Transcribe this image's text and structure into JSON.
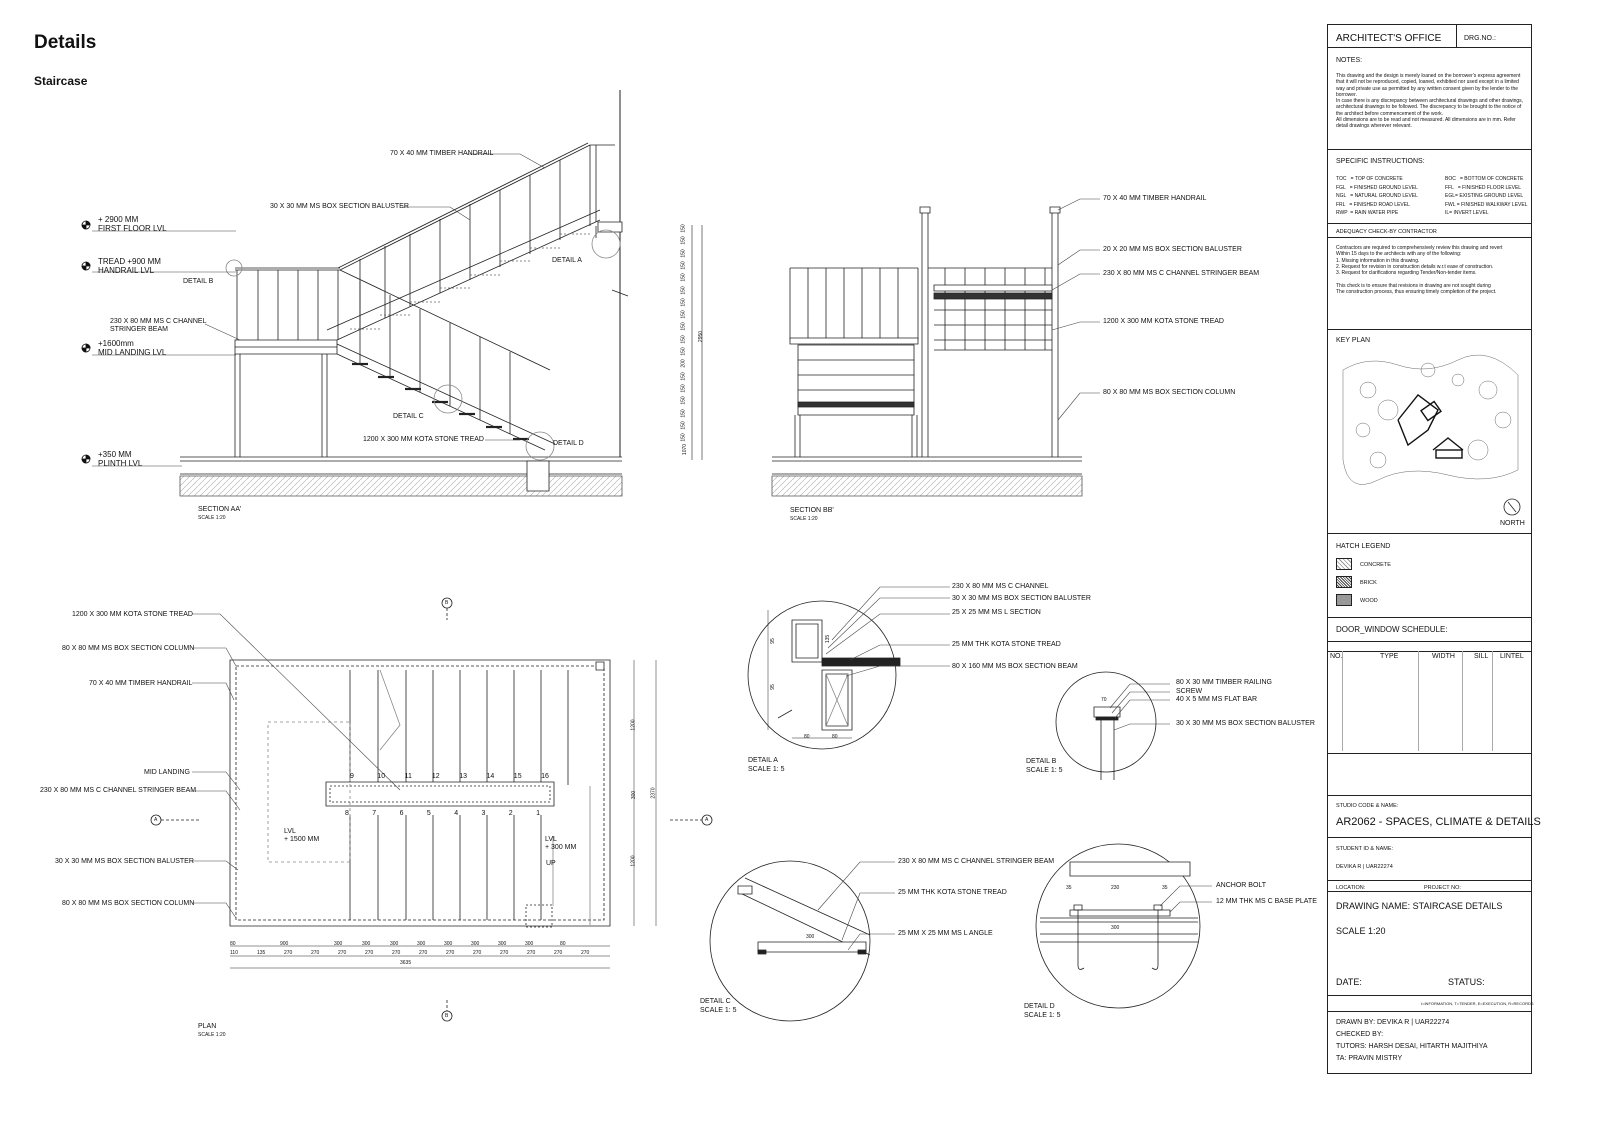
{
  "page": {
    "title": "Details",
    "subtitle": "Staircase"
  },
  "section_aa": {
    "label": "SECTION AA'",
    "scale": "SCALE 1:20",
    "handrail": "70 X 40 MM TIMBER HANDRAIL",
    "baluster": "30 X 30 MM MS BOX SECTION BALUSTER",
    "stringer": "230 X 80 MM MS C CHANNEL\nSTRINGER BEAM",
    "tread": "1200 X 300 MM KOTA STONE TREAD",
    "detail_a": "DETAIL A",
    "detail_b": "DETAIL B",
    "detail_c": "DETAIL C",
    "detail_d": "DETAIL D",
    "levels": [
      {
        "value": "+ 2900 MM",
        "name": "FIRST FLOOR LVL"
      },
      {
        "value": "TREAD +900 MM",
        "name": "HANDRAIL LVL"
      },
      {
        "value": "+1600mm",
        "name": "MID LANDING LVL"
      },
      {
        "value": "+350 MM",
        "name": "PLINTH LVL"
      }
    ]
  },
  "dims_vertical": [
    "150",
    "150",
    "150",
    "150",
    "150",
    "150",
    "150",
    "150",
    "150",
    "150",
    "150",
    "200",
    "150",
    "150",
    "150",
    "150",
    "150",
    "150",
    "1070",
    "2950"
  ],
  "section_bb": {
    "label": "SECTION BB'",
    "scale": "SCALE 1:20",
    "handrail": "70 X 40 MM TIMBER HANDRAIL",
    "baluster": "20 X 20 MM MS BOX SECTION BALUSTER",
    "stringer": "230 X 80 MM MS C CHANNEL STRINGER BEAM",
    "tread": "1200 X 300 MM KOTA STONE TREAD",
    "column": "80 X 80 MM MS BOX SECTION COLUMN"
  },
  "plan": {
    "label": "PLAN",
    "scale": "SCALE 1:20",
    "callouts": [
      "1200 X 300 MM KOTA STONE TREAD",
      "80 X 80 MM MS BOX SECTION COLUMN",
      "70 X 40 MM TIMBER HANDRAIL",
      "MID LANDING",
      "230 X 80 MM MS C CHANNEL STRINGER BEAM",
      "30 X 30 MM MS BOX SECTION BALUSTER",
      "80 X 80 MM MS BOX SECTION COLUMN"
    ],
    "lvl_left": "LVL\n+ 1500 MM",
    "lvl_right": "LVL\n+ 300 MM",
    "up": "UP",
    "steps_top": [
      "9",
      "10",
      "11",
      "12",
      "13",
      "14",
      "15",
      "16"
    ],
    "steps_bottom": [
      "8",
      "7",
      "6",
      "5",
      "4",
      "3",
      "2",
      "1"
    ],
    "dims_right": [
      "1200",
      "300",
      "2370",
      "1200"
    ],
    "dims_bottom_1": [
      "80",
      "900",
      "300",
      "300",
      "300",
      "300",
      "300",
      "300",
      "300",
      "300",
      "80"
    ],
    "dims_bottom_2": [
      "110",
      "135",
      "270",
      "270",
      "270",
      "270",
      "270",
      "270",
      "270",
      "270",
      "270",
      "270",
      "270",
      "270"
    ],
    "dims_total": "3635",
    "marker_a": "A",
    "marker_b": "B"
  },
  "detail_a": {
    "label": "DETAIL A",
    "scale": "SCALE 1: 5",
    "notes": [
      "230 X 80 MM MS C CHANNEL",
      "30 X 30 MM MS BOX SECTION BALUSTER",
      "25 X 25 MM MS L SECTION",
      "25 MM THK KOTA STONE TREAD",
      "80 X 160 MM MS BOX SECTION BEAM"
    ],
    "dims": [
      "95",
      "135",
      "95",
      "80",
      "80"
    ]
  },
  "detail_b": {
    "label": "DETAIL B",
    "scale": "SCALE 1: 5",
    "notes": [
      "80 X 30 MM TIMBER RAILING",
      "SCREW",
      "40 X 5 MM MS FLAT BAR",
      "30 X 30 MM MS  BOX SECTION BALUSTER"
    ],
    "dim": "70"
  },
  "detail_c": {
    "label": "DETAIL C",
    "scale": "SCALE 1: 5",
    "notes": [
      "230 X 80 MM MS C CHANNEL STRINGER BEAM",
      "25 MM THK KOTA STONE TREAD",
      "25 MM X 25 MM MS L ANGLE"
    ],
    "dim": "300"
  },
  "detail_d": {
    "label": "DETAIL D",
    "scale": "SCALE 1: 5",
    "notes": [
      "ANCHOR BOLT",
      "12 MM THK MS C BASE PLATE"
    ],
    "dims": [
      "35",
      "230",
      "35",
      "300"
    ]
  },
  "title_block": {
    "office": "ARCHITECT'S OFFICE",
    "drg_no": "DRG.NO.:",
    "notes_head": "NOTES:",
    "notes_body": "This drawing and the design is merely loaned on the borrower's express agreement that it will not be reproduced, copied, loaned, exhibited nor used except in a limited way and private use as permitted by any written consent given by the lender to the borrower.\nIn case there is any discrepancy between architectural drawings and other drawings, architectural drawings to be followed.  The discrepancy to be brought to the notice of the architect before commencement of the work.\nAll dimensions are to be read and not measured. All dimensions are in mm. Refer detail drawings wherever relevant.",
    "specific_head": "SPECIFIC INSTRUCTIONS:",
    "abbr_left": [
      "TOC   = TOP OF CONCRETE",
      "FGL   = FINISHED GROUND LEVEL",
      "NGL   = NATURAL GROUND LEVEL",
      "FRL   = FINISHED ROAD LEVEL",
      "RWP  = RAIN WATER PIPE"
    ],
    "abbr_right": [
      "BOC   = BOTTOM OF CONCRETE",
      "FFL   = FINISHED FLOOR LEVEL",
      "EGL= EXISTING GROUND LEVEL",
      "FWL = FINISHED WALKWAY LEVEL",
      "IL= INVERT LEVEL"
    ],
    "adequacy_head": "ADEQUACY CHECK-BY CONTRACTOR",
    "adequacy_body": "Contractors are required to comprehensively review this drawing and revert\nWithin 15 days to the architects with any of the following:\n1.    Missing information in this drawing.\n2.    Request for revision in construction details w.r.t ease of construction.\n3.    Request for clarifications regarding Tender/Non-tender items.\n\nThis check is to ensure that revisions in drawing are not sought during\nThe construction process, thus ensuring timely completion of the project.",
    "key_plan": "KEY PLAN",
    "north": "NORTH",
    "hatch_head": "HATCH LEGEND",
    "hatch_items": [
      "CONCRETE",
      "BRICK",
      "WOOD"
    ],
    "schedule_head": "DOOR_WINDOW SCHEDULE:",
    "schedule_cols": [
      "NO.",
      "TYPE",
      "WIDTH",
      "SILL",
      "LINTEL"
    ],
    "studio_head": "STUDIO CODE & NAME:",
    "studio_name": "AR2062 - SPACES, CLIMATE & DETAILS",
    "student_head": "STUDENT ID & NAME:",
    "student_name": "DEVIKA R | UAR22274",
    "location": "LOCATION:",
    "project_no": "PROJECT NO:",
    "drawing_name": "DRAWING NAME: STAIRCASE DETAILS",
    "scale": "SCALE  1:20",
    "date": "DATE:",
    "status": "STATUS:",
    "status_legend": "I=INFORMATION, T=TENDER, E=EXECUTION, R=RECORDS",
    "drawn_by": "DRAWN BY: DEVIKA R | UAR22274",
    "checked_by": "CHECKED BY:",
    "tutors": "TUTORS: HARSH DESAI, HITARTH MAJITHIYA",
    "ta": "TA: PRAVIN MISTRY"
  }
}
